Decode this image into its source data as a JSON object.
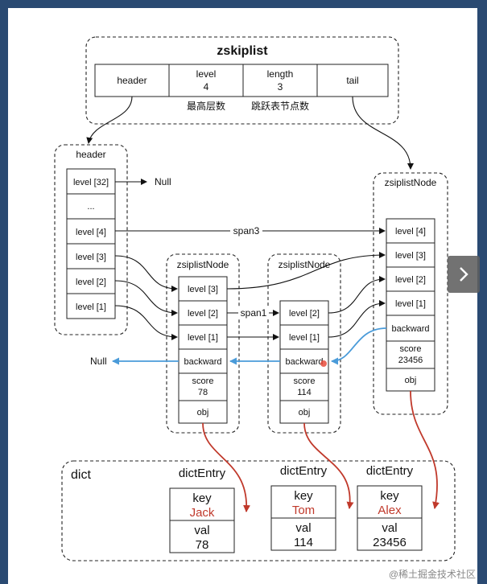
{
  "zskiplist": {
    "title": "zskiplist",
    "header": "header",
    "level_label": "level",
    "level_value": "4",
    "length_label": "length",
    "length_value": "3",
    "tail": "tail",
    "level_caption": "最高层数",
    "length_caption": "跳跃表节点数"
  },
  "header_node": {
    "title": "header",
    "levels": [
      "level [32]",
      "...",
      "level [4]",
      "level [3]",
      "level [2]",
      "level [1]"
    ]
  },
  "labels": {
    "null_top": "Null",
    "null_left": "Null",
    "span3": "span3",
    "span1": "span1"
  },
  "nodes": [
    {
      "title": "zsiplistNode",
      "levels": [
        "level [3]",
        "level [2]",
        "level [1]"
      ],
      "backward": "backward",
      "score_label": "score",
      "score_value": "78",
      "obj": "obj"
    },
    {
      "title": "zsiplistNode",
      "levels": [
        "level [2]",
        "level [1]"
      ],
      "backward": "backward",
      "score_label": "score",
      "score_value": "114",
      "obj": "obj"
    },
    {
      "title": "zsiplistNode",
      "levels": [
        "level [4]",
        "level [3]",
        "level [2]",
        "level [1]"
      ],
      "backward": "backward",
      "score_label": "score",
      "score_value": "23456",
      "obj": "obj"
    }
  ],
  "dict": {
    "title": "dict",
    "entries": [
      {
        "title": "dictEntry",
        "key_label": "key",
        "key_value": "Jack",
        "val_label": "val",
        "val_value": "78"
      },
      {
        "title": "dictEntry",
        "key_label": "key",
        "key_value": "Tom",
        "val_label": "val",
        "val_value": "114"
      },
      {
        "title": "dictEntry",
        "key_label": "key",
        "key_value": "Alex",
        "val_label": "val",
        "val_value": "23456"
      }
    ]
  },
  "nav": {
    "next_icon": "chevron-right-icon"
  },
  "watermark": "@稀土掘金技术社区",
  "colors": {
    "pointer_blue": "#4a9bd9",
    "pointer_red": "#c0392b",
    "key_red": "#c0392b",
    "page_bg": "#2a4a72"
  }
}
